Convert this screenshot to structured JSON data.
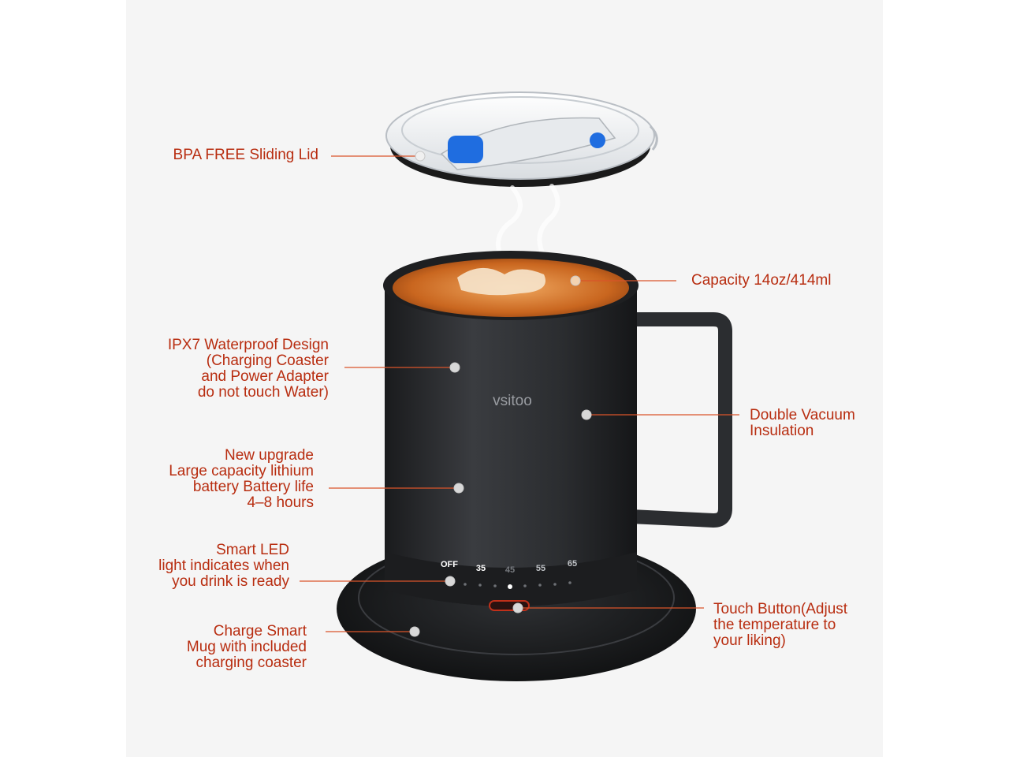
{
  "colors": {
    "label": "#b82d10",
    "leader": "#d9542a",
    "background": "#f5f5f5",
    "mug_body": "#26282b",
    "coffee": "#b85a1c"
  },
  "brand": "vsitoo",
  "temperature_scale": [
    "OFF",
    "35",
    "45",
    "55",
    "65"
  ],
  "callouts": {
    "lid": "BPA FREE Sliding Lid",
    "capacity": "Capacity 14oz/414ml",
    "waterproof": "IPX7 Waterproof Design\n(Charging Coaster\nand Power Adapter\ndo not touch Water)",
    "insulation": "Double Vacuum\nInsulation",
    "battery": "New upgrade\nLarge capacity lithium\nbattery Battery life\n4–8 hours",
    "led": "Smart LED\nlight indicates when\nyou drink is ready",
    "touch": "Touch Button(Adjust\nthe temperature to\nyour liking)",
    "charge": "Charge Smart\nMug with included\ncharging coaster"
  }
}
